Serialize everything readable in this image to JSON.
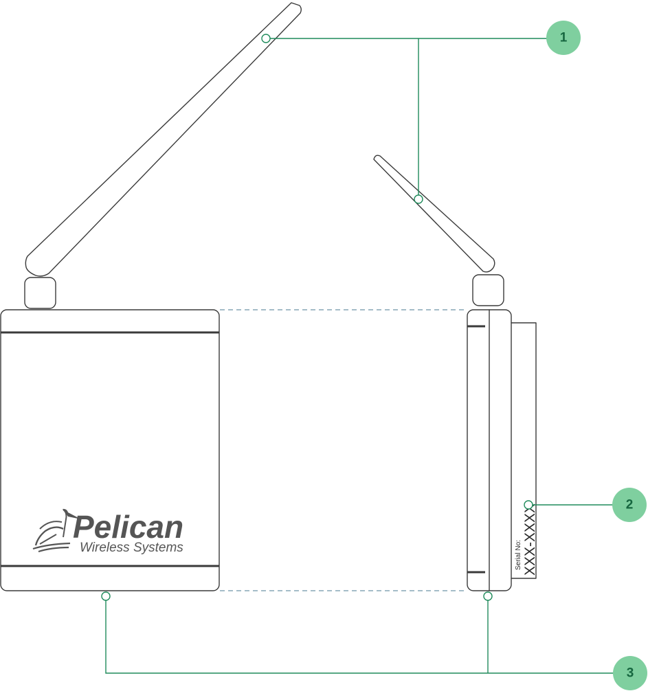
{
  "logo": {
    "brand": "Pelican",
    "tagline": "Wireless Systems"
  },
  "serial": {
    "label": "Serial No:",
    "value": "XXX-XXXX"
  },
  "callouts": [
    {
      "number": "1"
    },
    {
      "number": "2"
    },
    {
      "number": "3"
    }
  ],
  "colors": {
    "accent_badge": "#7fcf9f",
    "badge_text": "#16663f",
    "callout_line": "#1e8a5a",
    "device_outline": "#3a3a3a",
    "dashed_guide": "#4a7890"
  },
  "icons": [
    "pelican-logo-icon"
  ]
}
